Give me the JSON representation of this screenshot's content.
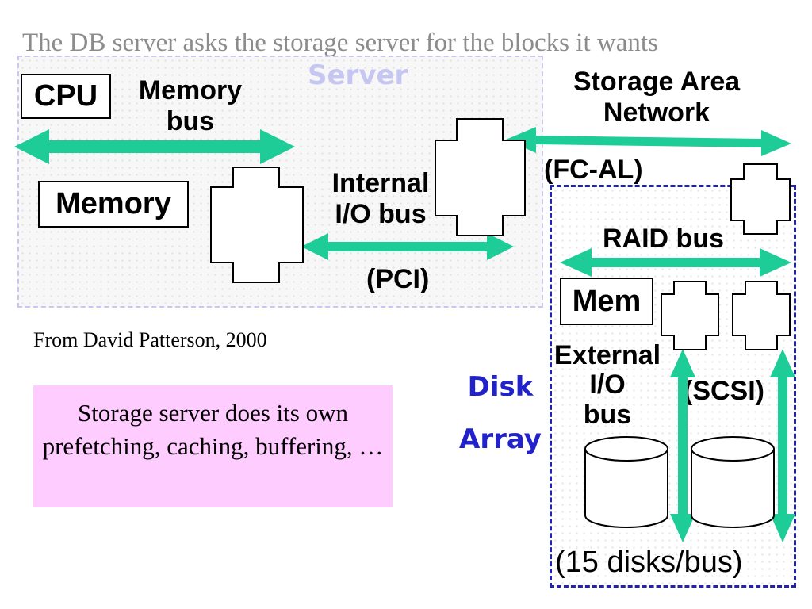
{
  "title": "The DB server asks the storage server for the blocks it wants",
  "server_label": "Server",
  "cpu_label": "CPU",
  "memory_bus_label": "Memory\nbus",
  "memory_label": "Memory",
  "internal_io_bus_label": "Internal\nI/O bus",
  "pci_label": "(PCI)",
  "san_label": "Storage Area\nNetwork",
  "fcal_label": "(FC-AL)",
  "raid_bus_label": "RAID bus",
  "mem_label": "Mem",
  "external_io_bus_label": "External\nI/O\nbus",
  "scsi_label": "(SCSI)",
  "disk_array_label": "Disk\nArray",
  "disks_label": "(15 disks/bus)",
  "credit": "From David Patterson, 2000",
  "note": "Storage server does its own prefetching, caching, buffering, …",
  "colors": {
    "arrow": "#1ecc98",
    "server_label": "#c6c6f2",
    "disk_array_label": "#2222cc",
    "note_bg": "#ffccff",
    "title": "#8c8c8c"
  }
}
